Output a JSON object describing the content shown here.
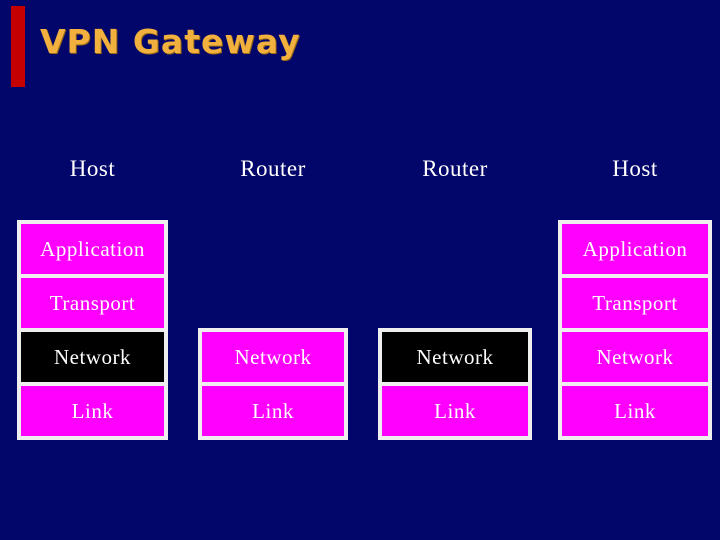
{
  "slide": {
    "title": "VPN Gateway",
    "background_color": "#020569",
    "accent_bar_color": "#C40000",
    "title_color": "#F2B13F",
    "box_fill": "#FF00FF",
    "box_fill_dark": "#000000",
    "box_border": "#EFEFEF",
    "box_text_color": "#FFFFFF",
    "header_text_color": "#FFFFFF"
  },
  "columns": [
    {
      "header": "Host",
      "layers": [
        {
          "label": "Application",
          "variant": "magenta"
        },
        {
          "label": "Transport",
          "variant": "magenta"
        },
        {
          "label": "Network",
          "variant": "black"
        },
        {
          "label": "Link",
          "variant": "magenta"
        }
      ]
    },
    {
      "header": "Router",
      "layers": [
        {
          "label": "Network",
          "variant": "magenta"
        },
        {
          "label": "Link",
          "variant": "magenta"
        }
      ]
    },
    {
      "header": "Router",
      "layers": [
        {
          "label": "Network",
          "variant": "black"
        },
        {
          "label": "Link",
          "variant": "magenta"
        }
      ]
    },
    {
      "header": "Host",
      "layers": [
        {
          "label": "Application",
          "variant": "magenta"
        },
        {
          "label": "Transport",
          "variant": "magenta"
        },
        {
          "label": "Network",
          "variant": "magenta"
        },
        {
          "label": "Link",
          "variant": "magenta"
        }
      ]
    }
  ]
}
